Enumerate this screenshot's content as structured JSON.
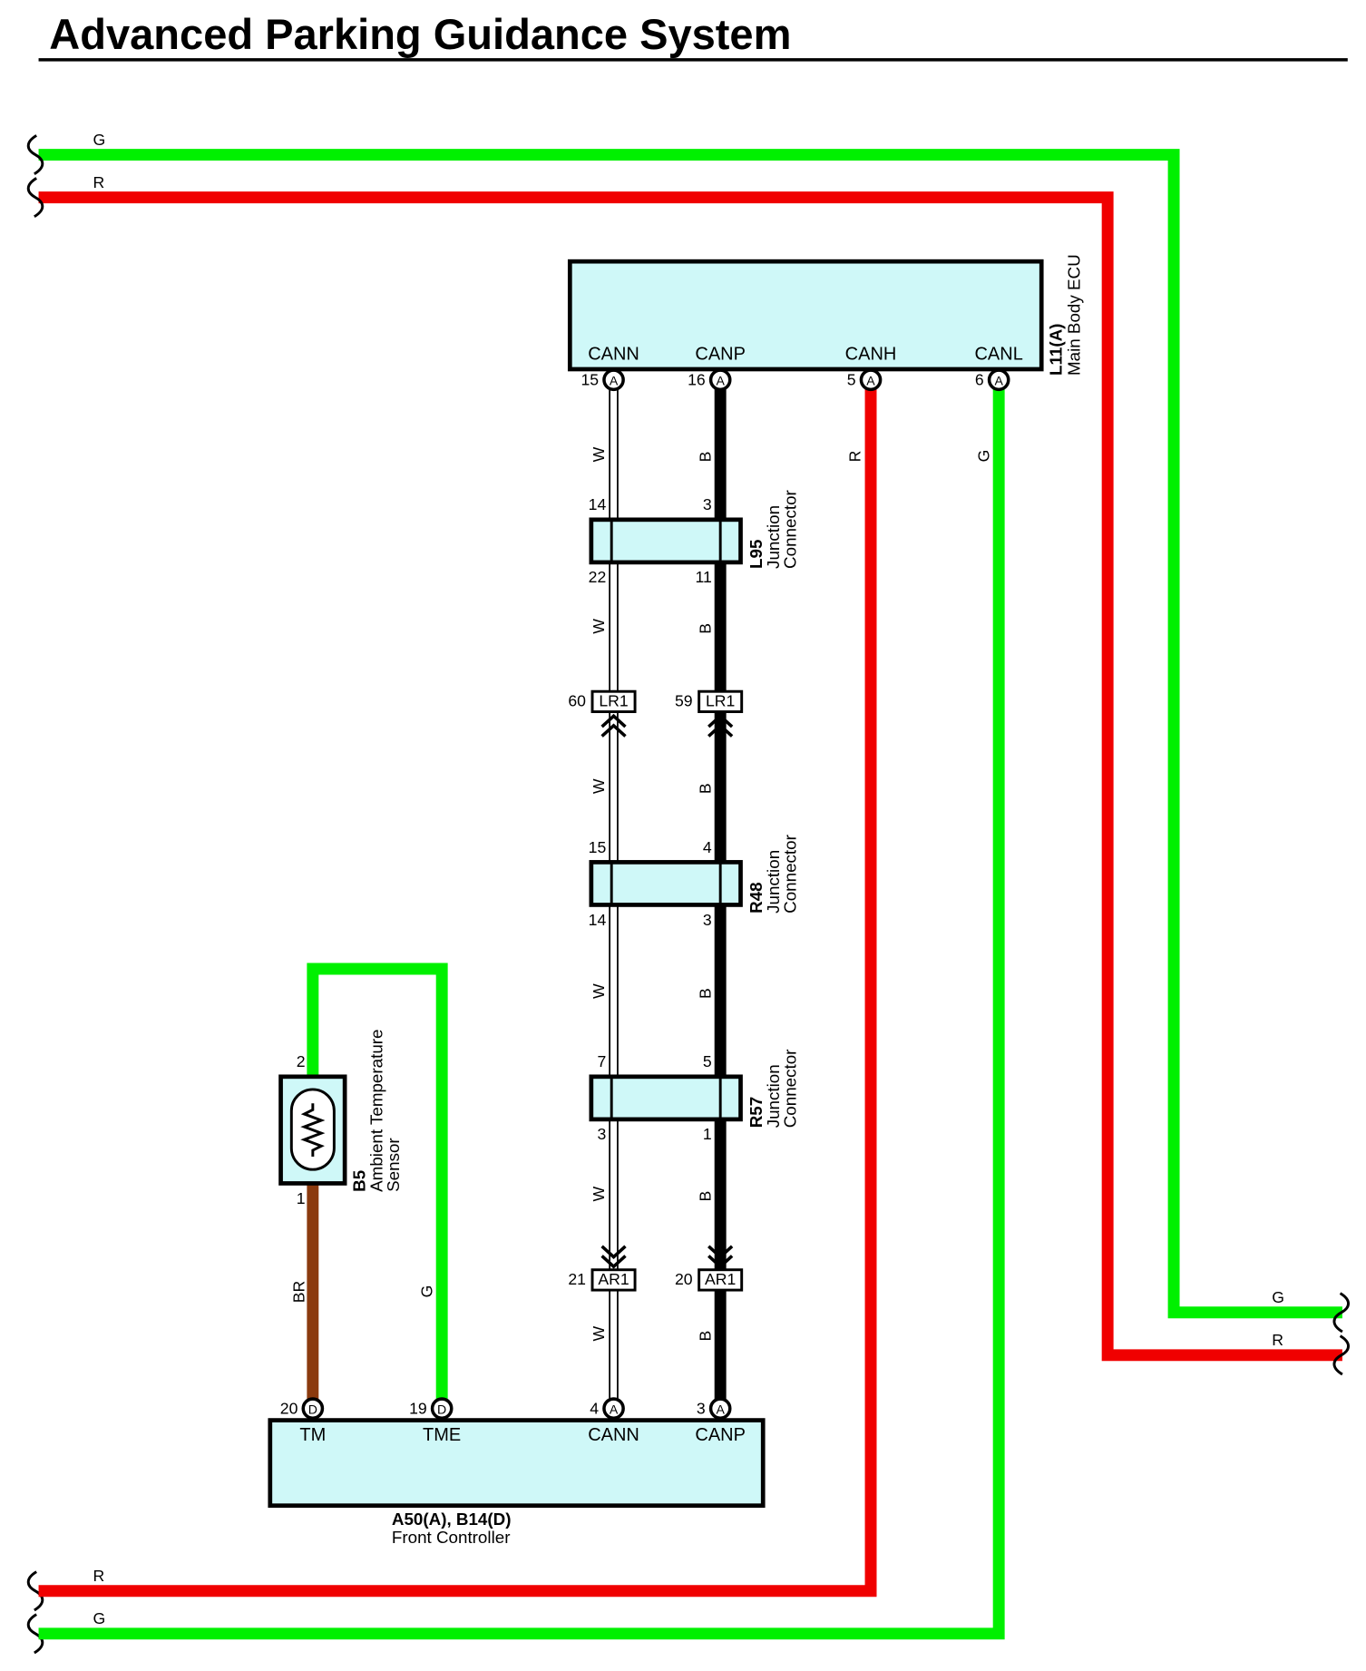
{
  "title": "Advanced Parking Guidance System",
  "colors": {
    "green_wire": "#00f000",
    "red_wire": "#f00000",
    "black_wire": "#000000",
    "brown_wire": "#8b3a0e",
    "white_wire": "#ffffff",
    "component_fill": "#cff8f8"
  },
  "bus_labels": {
    "green": "G",
    "red": "R"
  },
  "main_body_ecu": {
    "code": "L11(A)",
    "name": "Main Body ECU",
    "terminals": [
      {
        "signal": "CANN",
        "pin": "15",
        "conn": "A"
      },
      {
        "signal": "CANP",
        "pin": "16",
        "conn": "A"
      },
      {
        "signal": "CANH",
        "pin": "5",
        "conn": "A"
      },
      {
        "signal": "CANL",
        "pin": "6",
        "conn": "A"
      }
    ]
  },
  "wire_colors": {
    "cann": "W",
    "canp": "B",
    "canh": "R",
    "canl": "G",
    "tm": "BR",
    "tme": "G"
  },
  "junctions": [
    {
      "code": "L95",
      "name": "Junction",
      "name2": "Connector",
      "pins": {
        "in_w": "14",
        "in_b": "3",
        "out_w": "22",
        "out_b": "11"
      }
    },
    {
      "code": "R48",
      "name": "Junction",
      "name2": "Connector",
      "pins": {
        "in_w": "15",
        "in_b": "4",
        "out_w": "14",
        "out_b": "3"
      }
    },
    {
      "code": "R57",
      "name": "Junction",
      "name2": "Connector",
      "pins": {
        "in_w": "7",
        "in_b": "5",
        "out_w": "3",
        "out_b": "1"
      }
    }
  ],
  "inline_connectors": [
    {
      "w_pin": "60",
      "b_pin": "59",
      "code": "LR1"
    },
    {
      "w_pin": "21",
      "b_pin": "20",
      "code": "AR1"
    }
  ],
  "sensor": {
    "code": "B5",
    "name": "Ambient Temperature",
    "name2": "Sensor",
    "pin_top": "2",
    "pin_bottom": "1"
  },
  "front_controller": {
    "code": "A50(A), B14(D)",
    "name": "Front Controller",
    "terminals": [
      {
        "signal": "TM",
        "pin": "20",
        "conn": "D"
      },
      {
        "signal": "TME",
        "pin": "19",
        "conn": "D"
      },
      {
        "signal": "CANN",
        "pin": "4",
        "conn": "A"
      },
      {
        "signal": "CANP",
        "pin": "3",
        "conn": "A"
      }
    ]
  }
}
